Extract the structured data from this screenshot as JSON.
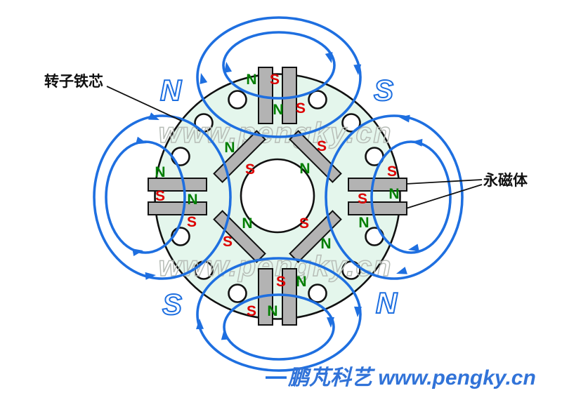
{
  "labels": {
    "rotor_core": "转子铁芯",
    "permanent_magnet": "永磁体"
  },
  "brand": {
    "text": "鹏芃科艺 www.pengky.cn"
  },
  "watermark": {
    "text": "www.pengky.cn"
  },
  "letters": {
    "north": "N",
    "south": "S"
  },
  "pole_letters": {
    "top_left": "N",
    "top_right": "S",
    "bottom_left": "S",
    "bottom_right": "N"
  },
  "colors": {
    "rotor_fill": "#e4f6ec",
    "magnet_fill": "#b3b3b3",
    "flux_blue": "#1e6fe0",
    "north_green": "#007e00",
    "south_red": "#dd0000",
    "brand_blue": "#3173d8",
    "watermark_gray": "#b7bdb7"
  }
}
